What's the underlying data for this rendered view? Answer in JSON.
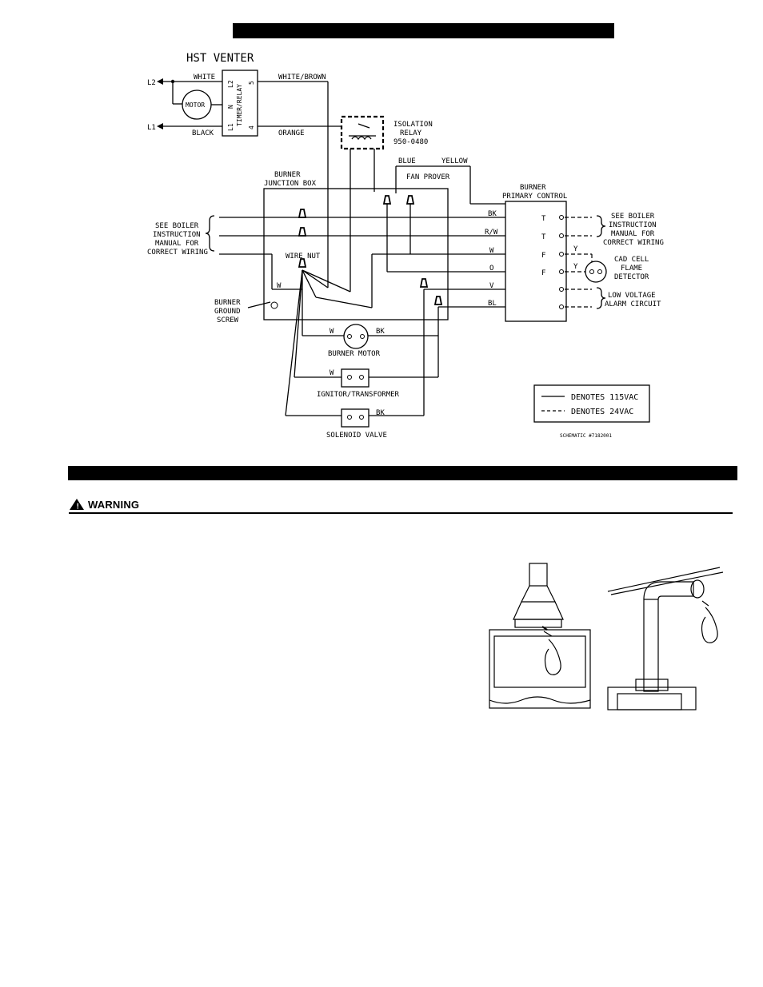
{
  "venter": {
    "title": "HST VENTER",
    "relay_label": "TIMER/RELAY",
    "pins": {
      "l2": "L2",
      "n": "N",
      "l1": "L1",
      "p5": "5",
      "p4": "4"
    },
    "motor": "MOTOR",
    "l2": "L2",
    "l1": "L1",
    "white": "WHITE",
    "black": "BLACK",
    "white_brown": "WHITE/BROWN",
    "orange": "ORANGE"
  },
  "isolation_relay": {
    "line1": "ISOLATION",
    "line2": "RELAY",
    "line3": "950-0480"
  },
  "fan_prover": {
    "blue": "BLUE",
    "yellow": "YELLOW",
    "label": "FAN PROVER"
  },
  "junction_box": {
    "line1": "BURNER",
    "line2": "JUNCTION BOX",
    "wire_nut": "WIRE NUT",
    "w": "W"
  },
  "left_note": {
    "l1": "SEE BOILER",
    "l2": "INSTRUCTION",
    "l3": "MANUAL FOR",
    "l4": "CORRECT WIRING"
  },
  "ground": {
    "l1": "BURNER",
    "l2": "GROUND",
    "l3": "SCREW"
  },
  "wire_colors": {
    "bk": "BK",
    "rw": "R/W",
    "w": "W",
    "o": "O",
    "v": "V",
    "bl": "BL"
  },
  "primary_control": {
    "line1": "BURNER",
    "line2": "PRIMARY CONTROL",
    "terminals": [
      "T",
      "T",
      "F",
      "F"
    ],
    "y1": "Y",
    "y2": "Y"
  },
  "right_note": {
    "l1": "SEE BOILER",
    "l2": "INSTRUCTION",
    "l3": "MANUAL FOR",
    "l4": "CORRECT WIRING"
  },
  "cad_cell": {
    "l1": "CAD CELL",
    "l2": "FLAME",
    "l3": "DETECTOR"
  },
  "alarm": {
    "l1": "LOW VOLTAGE",
    "l2": "ALARM CIRCUIT"
  },
  "burner_motor": {
    "w": "W",
    "bk": "BK",
    "label": "BURNER MOTOR"
  },
  "ignitor": {
    "w": "W",
    "label": "IGNITOR/TRANSFORMER"
  },
  "solenoid": {
    "bk": "BK",
    "label": "SOLENOID VALVE"
  },
  "legend": {
    "solid": "DENOTES 115VAC",
    "dashed": "DENOTES 24VAC"
  },
  "schematic": "SCHEMATIC #7182001",
  "warning": {
    "label": "WARNING",
    "symbol": "!"
  }
}
